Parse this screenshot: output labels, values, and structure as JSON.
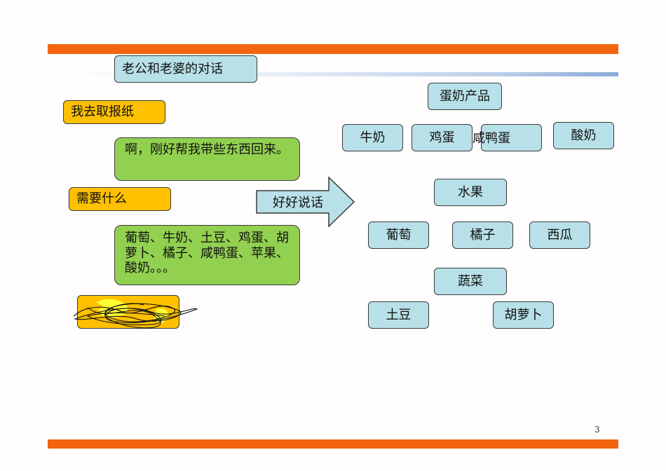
{
  "slide": {
    "title": "老公和老婆的对话",
    "page_number": "3"
  },
  "dialogue": [
    "我去取报纸",
    "啊，刚好帮我带些东西回来。",
    "需要什么",
    "葡萄、牛奶、土豆、鸡蛋、胡萝卜、橘子、咸鸭蛋、苹果、酸奶。。。"
  ],
  "arrow_label": "好好说话",
  "categories": {
    "dairy": {
      "title": "蛋奶产品",
      "items": [
        "牛奶",
        "鸡蛋",
        "咸鸭蛋",
        "酸奶"
      ]
    },
    "fruit": {
      "title": "水果",
      "items": [
        "葡萄",
        "橘子",
        "西瓜"
      ]
    },
    "vegetables": {
      "title": "蔬菜",
      "items": [
        "土豆",
        "胡萝卜"
      ]
    }
  },
  "colors": {
    "accent_bar": "#f3640f",
    "box_blue": "#b8e0e8",
    "box_green": "#92d050",
    "box_orange": "#ffc000"
  }
}
